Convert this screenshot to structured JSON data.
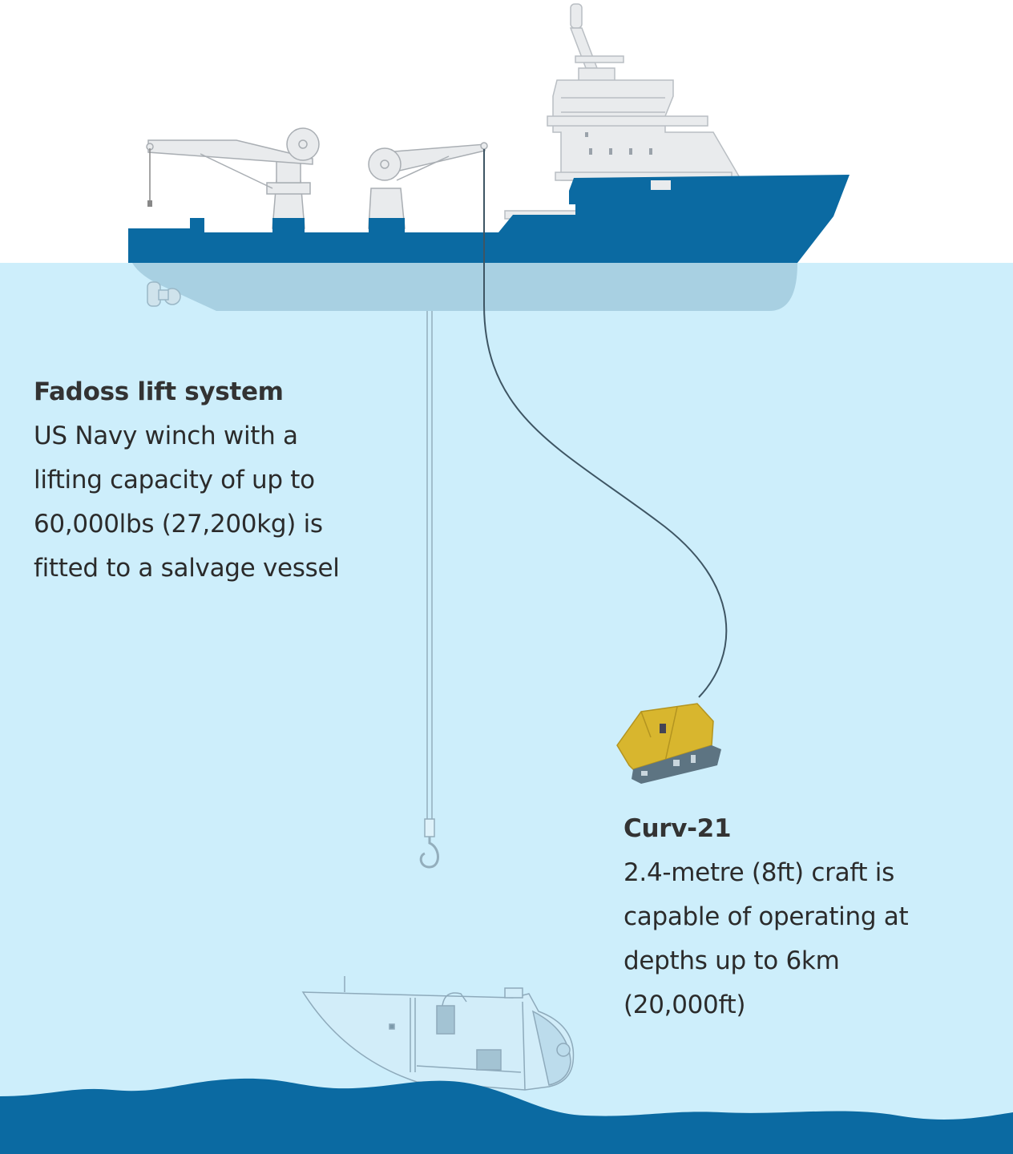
{
  "annotations": {
    "fadoss": {
      "title": "Fadoss lift system",
      "lines": [
        "US Navy winch with a",
        "lifting capacity of up to",
        "60,000lbs (27,200kg) is",
        "fitted to a salvage vessel"
      ]
    },
    "curv": {
      "title": "Curv-21",
      "lines": [
        "2.4-metre (8ft) craft is",
        "capable of operating at",
        "depths up to 6km",
        "(20,000ft)"
      ]
    }
  },
  "colors": {
    "water": "#cdeefb",
    "hull": "#0b6aa2",
    "hull_underwater": "#a8d0e2",
    "superstructure": "#e9ebed",
    "seabed": "#0b6aa2",
    "rov": "#d8b62e",
    "text": "#2b2b2b"
  }
}
